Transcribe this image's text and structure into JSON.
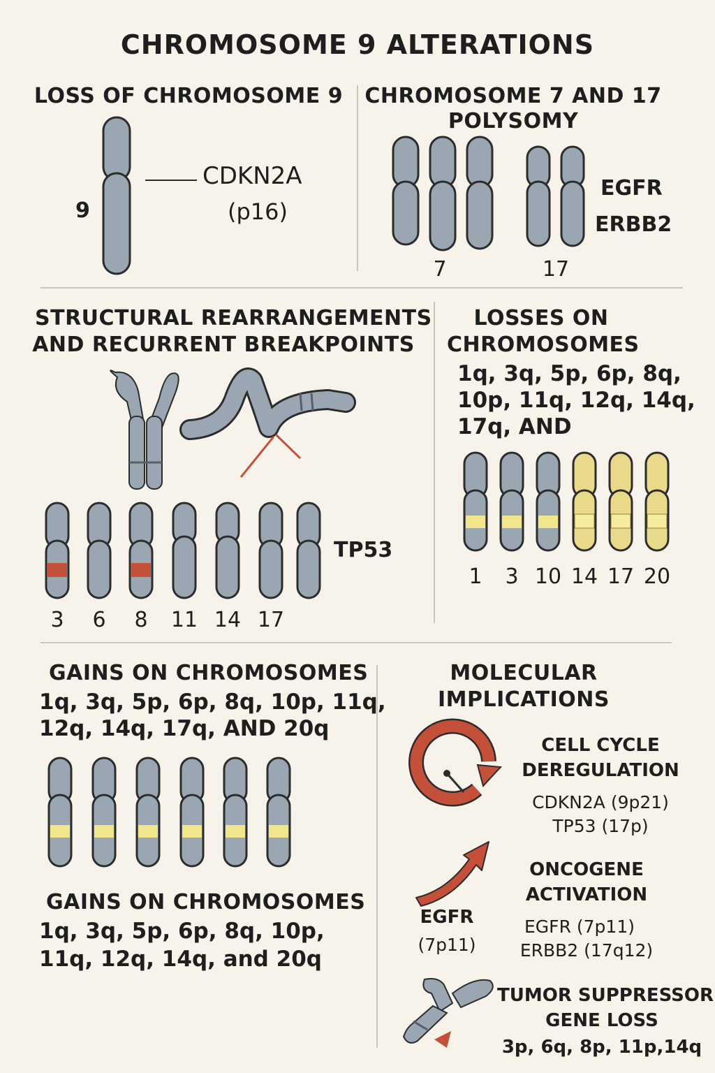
{
  "title": "CHROMOSOME 9 ALTERATIONS",
  "colors": {
    "background": "#f7f3ea",
    "chromosome_fill": "#9aa7b3",
    "chromosome_stroke": "#2c2c2c",
    "highlight_red": "#c4503a",
    "band_yellow": "#f2e68c",
    "chromosome_yellow": "#e9d98a",
    "arrow_red": "#c4503a",
    "divider": "#c9c5bb"
  },
  "loss_chr9": {
    "heading": "LOSS OF CHROMOSOME 9",
    "chromosome_label": "9",
    "gene": "CDKN2A",
    "gene_sub": "(p16)"
  },
  "polysomy": {
    "heading_line1": "CHROMOSOME 7 AND 17",
    "heading_line2": "POLYSOMY",
    "label_7": "7",
    "label_17": "17",
    "gene1": "EGFR",
    "gene2": "ERBB2"
  },
  "structural": {
    "heading_line1": "STRUCTURAL REARRANGEMENTS",
    "heading_line2": "AND RECURRENT BREAKPOINTS",
    "gene": "TP53",
    "chromosome_labels": [
      "3",
      "6",
      "8",
      "11",
      "14",
      "17"
    ]
  },
  "losses": {
    "heading_line1": "LOSSES ON",
    "heading_line2": "CHROMOSOMES",
    "list_lines": [
      "1q, 3q, 5p, 6p, 8q,",
      "10p, 11q, 12q, 14q,",
      "17q, AND"
    ],
    "chromosome_labels": [
      "1",
      "3",
      "10",
      "14",
      "17",
      "20"
    ]
  },
  "gains": {
    "heading": "GAINS ON CHROMOSOMES",
    "list_lines": [
      "1q, 3q, 5p, 6p, 8q, 10p, 11q,",
      "12q, 14q, 17q, AND 20q"
    ],
    "heading2": "GAINS ON CHROMOSOMES",
    "list2_lines": [
      "1q, 3q, 5p, 6p, 8q, 10p,",
      "11q, 12q, 14q, and 20q"
    ]
  },
  "molecular": {
    "heading_line1": "MOLECULAR",
    "heading_line2": "IMPLICATIONS",
    "cell_cycle_line1": "CELL CYCLE",
    "cell_cycle_line2": "DEREGULATION",
    "cell_cycle_gene1": "CDKN2A (9p21)",
    "cell_cycle_gene2": "TP53 (17p)",
    "egfr_label": "EGFR",
    "egfr_sub": "(7p11)",
    "oncogene_line1": "ONCOGENE",
    "oncogene_line2": "ACTIVATION",
    "oncogene_gene1": "EGFR (7p11)",
    "oncogene_gene2": "ERBB2 (17q12)",
    "tsg_line1": "TUMOR SUPPRESSOR",
    "tsg_line2": "GENE LOSS",
    "tsg_list": "3p, 6q, 8p, 11p,14q"
  }
}
